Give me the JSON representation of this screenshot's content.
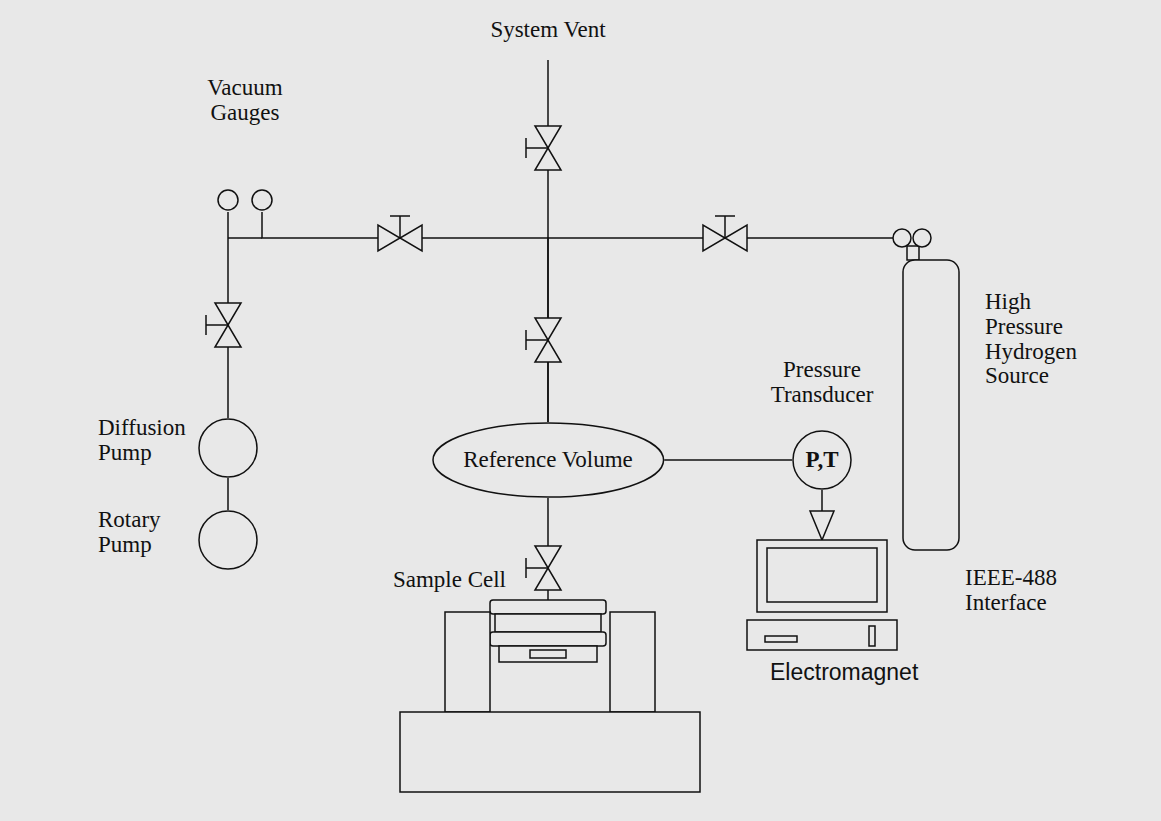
{
  "diagram": {
    "nodes": [
      {
        "text": [
          "Vacuum Gauges"
        ]
      },
      {
        "text": [
          "Diffusion Pump"
        ]
      },
      {
        "text": [
          "Rotary Pump"
        ]
      },
      {
        "text": [
          "Reference Volume"
        ]
      },
      {
        "text": [
          "Pressure Transducer",
          "P,T"
        ]
      },
      {
        "text": [
          "High Pressure Hydrogen Source"
        ]
      },
      {
        "text": [
          "Sample Cell"
        ]
      },
      {
        "text": [
          "Electromagnet"
        ]
      },
      {
        "text": [
          "IEEE-488 Interface"
        ]
      }
    ],
    "edges": [
      {
        "from": 0,
        "to": 1,
        "arrow": "none"
      },
      {
        "from": 1,
        "to": 2,
        "arrow": "none"
      },
      {
        "from": 0,
        "to": 3,
        "arrow": "none"
      },
      {
        "from": 3,
        "to": 5,
        "arrow": "none"
      },
      {
        "from": 3,
        "to": 4,
        "arrow": "none"
      },
      {
        "from": 4,
        "to": 8,
        "arrow": "to"
      },
      {
        "from": 3,
        "to": 6,
        "arrow": "none"
      }
    ],
    "labels": [
      "System Vent"
    ]
  }
}
